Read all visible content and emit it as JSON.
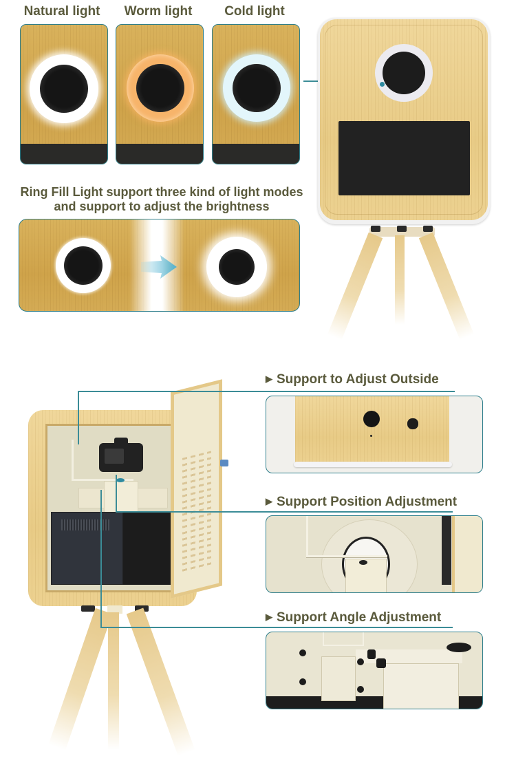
{
  "light_modes": {
    "items": [
      {
        "label": "Natural light",
        "ring_color": "#ffffff"
      },
      {
        "label": "Worm light",
        "ring_color": "#f7b46a"
      },
      {
        "label": "Cold light",
        "ring_color": "#e3f6fb"
      }
    ]
  },
  "brightness": {
    "caption_line1": "Ring Fill Light support three kind of light modes",
    "caption_line2": "and support to adjust the brightness",
    "arrow_color": "#5fb7d2"
  },
  "features": [
    {
      "label": "Support to Adjust Outside"
    },
    {
      "label": "Support Position Adjustment"
    },
    {
      "label": "Support Angle Adjustment"
    }
  ],
  "colors": {
    "accent_line": "#3b8c97",
    "title_text": "#5a5a3c"
  }
}
